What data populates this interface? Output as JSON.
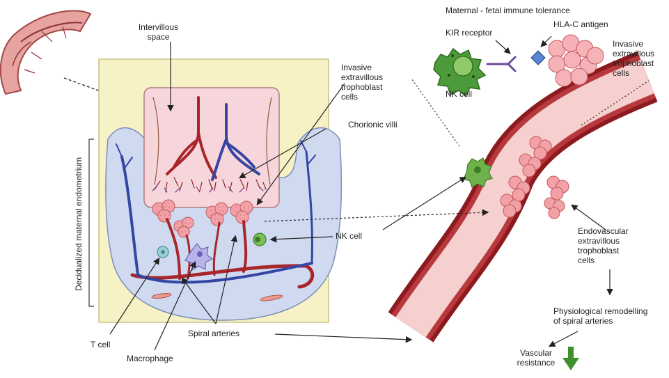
{
  "header": {
    "title": "Maternal - fetal immune tolerance"
  },
  "labels": {
    "intervillous_space": [
      "Intervillous",
      "space"
    ],
    "invasive_evt_center": [
      "Invasive",
      "extravillous",
      "trophoblast",
      "cells"
    ],
    "chorionic_villi": "Chorionic villi",
    "decidualized_endometrium": "Decidualized maternal endometrium",
    "nk_cell_center": "NK cell",
    "t_cell": "T cell",
    "macrophage": "Macrophage",
    "spiral_arteries": "Spiral arteries",
    "kir_receptor": "KIR receptor",
    "hla_c_antigen": "HLA-C antigen",
    "nk_cell_top": "NK cell",
    "invasive_evt_top": [
      "Invasive",
      "extravillous",
      "trophoblast",
      "cells"
    ],
    "endovascular_evt": [
      "Endovascular",
      "extravillous",
      "trophoblast",
      "cells"
    ],
    "remodelling": [
      "Physiological remodelling",
      "of spiral arteries"
    ],
    "vascular_resistance": [
      "Vascular",
      "resistance"
    ]
  },
  "colors": {
    "panel_bg": "#f6f2c6",
    "decidua": "#cfd9ef",
    "villus_bg": "#f7d6db",
    "artery": "#a8262b",
    "vein": "#3346a3",
    "vessel_wall": "#8c1a1f",
    "vessel_lumen": "#f6cfcf",
    "trophoblast": "#f2a2a6",
    "nk_cell": "#4d9a3a",
    "down_arrow": "#3f8f2c"
  }
}
